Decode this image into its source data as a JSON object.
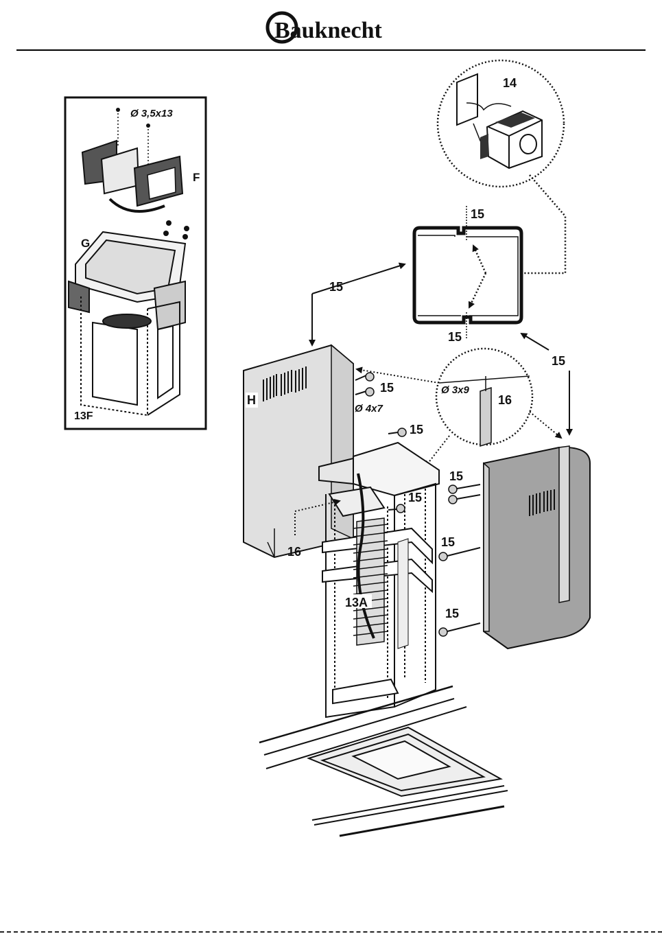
{
  "header": {
    "brand": "Bauknecht"
  },
  "inset_13f": {
    "label": "13F",
    "screw_spec": "Ø 3,5x13",
    "part_f": "F",
    "part_g": "G"
  },
  "detail_14": {
    "label": "14"
  },
  "detail_16": {
    "label": "16",
    "screw_spec": "Ø 3x9"
  },
  "main": {
    "part_h": "H",
    "duct_label": "13A",
    "screw_spec_4x7": "Ø 4x7",
    "callout_15": "15",
    "callout_16": "16"
  },
  "colors": {
    "panel_fill": "#d9d9d9",
    "panel_right_fill": "#a6a6a6",
    "line": "#111111"
  }
}
